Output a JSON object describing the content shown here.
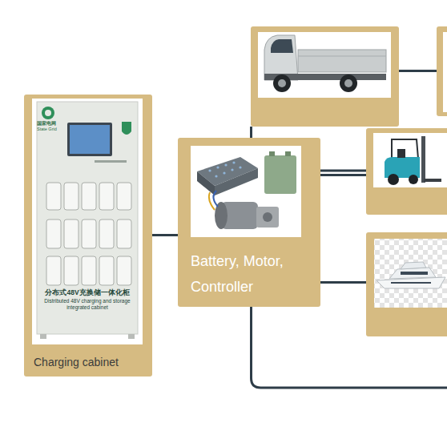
{
  "diagram": {
    "nodes": [
      {
        "text": [
          "Charging cabinet"
        ]
      },
      {
        "text": [
          "Battery, Motor, Controller"
        ]
      },
      {
        "text": []
      },
      {
        "text": []
      },
      {
        "text": []
      },
      {
        "text": []
      }
    ],
    "edges": [
      {
        "from": 0,
        "to": 1,
        "arrow": "none"
      },
      {
        "from": 1,
        "to": 2,
        "arrow": "none"
      },
      {
        "from": 1,
        "to": 4,
        "arrow": "none"
      },
      {
        "from": 1,
        "to": 5,
        "arrow": "none"
      },
      {
        "from": 2,
        "to": 3,
        "arrow": "none"
      }
    ],
    "labels": [
      "国家电网",
      "State Grid",
      "分布式48V充换储一体化柜",
      "Distributed 48V charging and storage integrated cabinet"
    ]
  }
}
